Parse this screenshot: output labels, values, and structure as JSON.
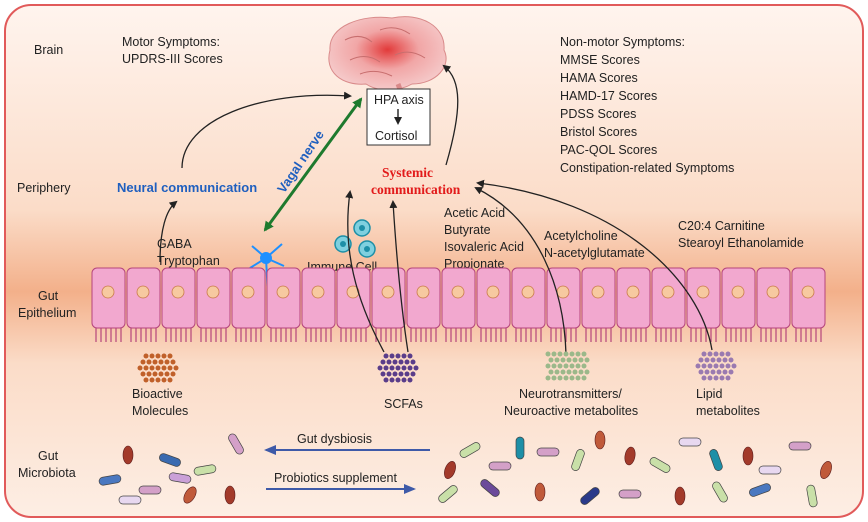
{
  "regions": {
    "brain": "Brain",
    "periphery": "Periphery",
    "gut_epithelium": [
      "Gut",
      "Epithelium"
    ],
    "gut_microbiota": [
      "Gut",
      "Microbiota"
    ]
  },
  "motor": [
    "Motor Symptoms:",
    "UPDRS-III Scores"
  ],
  "non_motor": [
    "Non-motor Symptoms:",
    "MMSE Scores",
    "HAMA Scores",
    "HAMD-17 Scores",
    "PDSS Scores",
    "Bristol Scores",
    "PAC-QOL Scores",
    "Constipation-related Symptoms"
  ],
  "hpa": {
    "axis": "HPA axis",
    "cortisol": "Cortisol"
  },
  "neural_communication": "Neural communication",
  "vagal_nerve": "Vagal nerve",
  "systemic_communication": [
    "Systemic",
    "communication"
  ],
  "gaba": [
    "GABA",
    "Tryptophan"
  ],
  "immune_cell": "Immune Cell",
  "scfa_list": [
    "Acetic Acid",
    "Butyrate",
    "Isovaleric Acid",
    "Propionate"
  ],
  "acetylcholine": [
    "Acetylcholine",
    "N-acetylglutamate"
  ],
  "lipids_top": [
    "C20:4 Carnitine",
    "Stearoyl Ethanolamide"
  ],
  "bottom_labels": {
    "bioactive": [
      "Bioactive",
      "Molecules"
    ],
    "scfas": "SCFAs",
    "neurotransmitters": [
      "Neurotransmitters/",
      "Neuroactive metabolites"
    ],
    "lipid": [
      "Lipid",
      "metabolites"
    ]
  },
  "gut_dysbiosis": "Gut dysbiosis",
  "probiotics": "Probiotics supplement",
  "colors": {
    "blue_text": "#1f5fbf",
    "red_text": "#e21b1b",
    "green_arrow": "#1e7a2e",
    "cell_fill": "#f2a8cf",
    "nucleus": "#f7c9a0",
    "border": "#e15a5a"
  }
}
